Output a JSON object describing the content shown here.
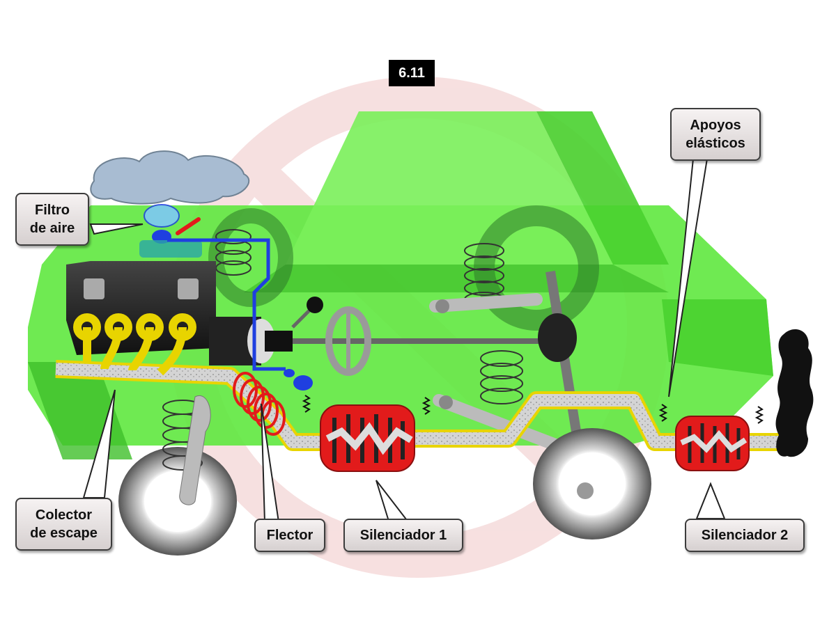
{
  "figure_number": "6.11",
  "labels": {
    "air_filter": "Filtro\nde aire",
    "exhaust_manifold": "Colector\nde escape",
    "flex_joint": "Flector",
    "muffler_1": "Silenciador 1",
    "muffler_2": "Silenciador 2",
    "elastic_mounts": "Apoyos\nelásticos"
  },
  "colors": {
    "car_body": "#5fe83f",
    "car_body_dark": "#3fbf2a",
    "muffler": "#e21b1b",
    "exhaust_pipe": "#c9c9c9",
    "exhaust_outline": "#e8d400",
    "intake_pipe": "#1f3fe0",
    "flex_coil": "#e21b1b",
    "watermark": "#f3d6d6"
  }
}
